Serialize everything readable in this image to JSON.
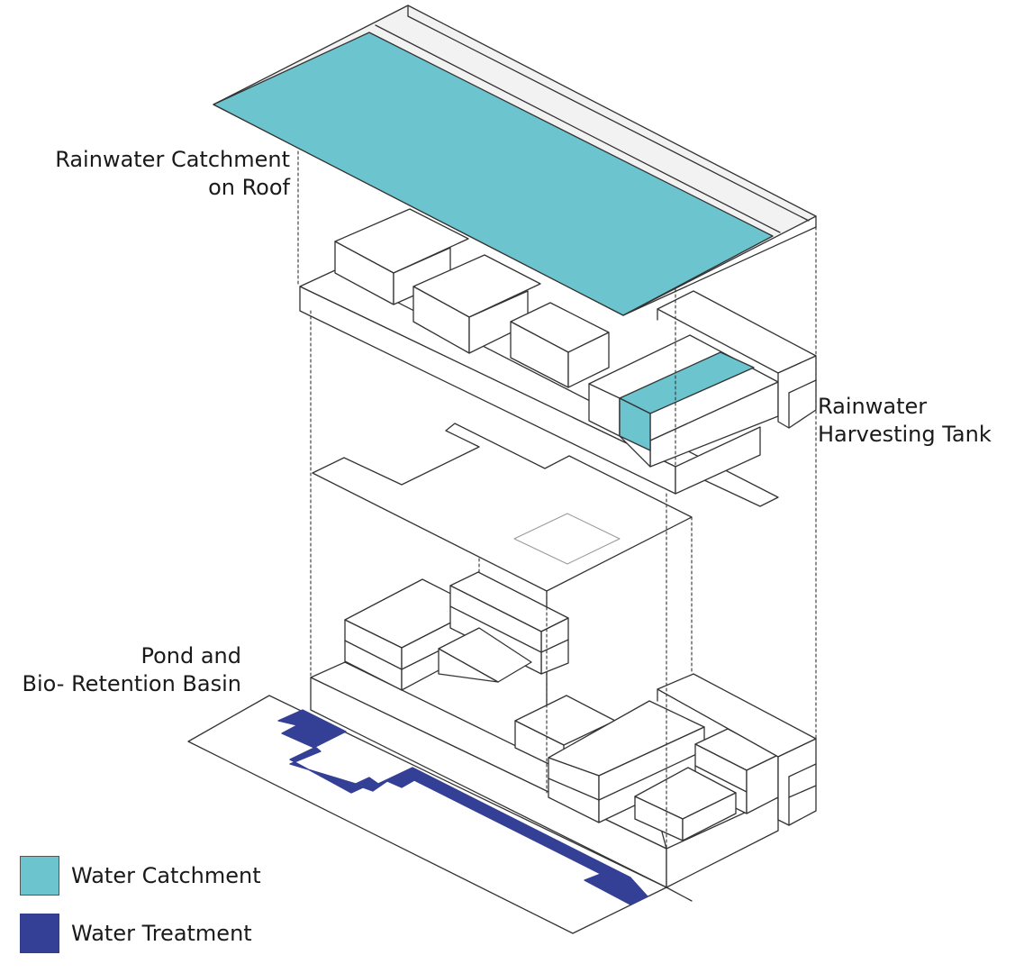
{
  "labels": {
    "roof": [
      "Rainwater Catchment",
      "on Roof"
    ],
    "tank": [
      "Rainwater",
      "Harvesting Tank"
    ],
    "pond": [
      "Pond and",
      "Bio- Retention Basin"
    ]
  },
  "legend": [
    {
      "label": "Water Catchment",
      "color": "#6cc4cf"
    },
    {
      "label": "Water Treatment",
      "color": "#343f96"
    }
  ],
  "colors": {
    "catchment": "#6cc4cf",
    "treatment": "#343f96",
    "line": "#333333",
    "roof_rim": "#f2f2f2"
  }
}
